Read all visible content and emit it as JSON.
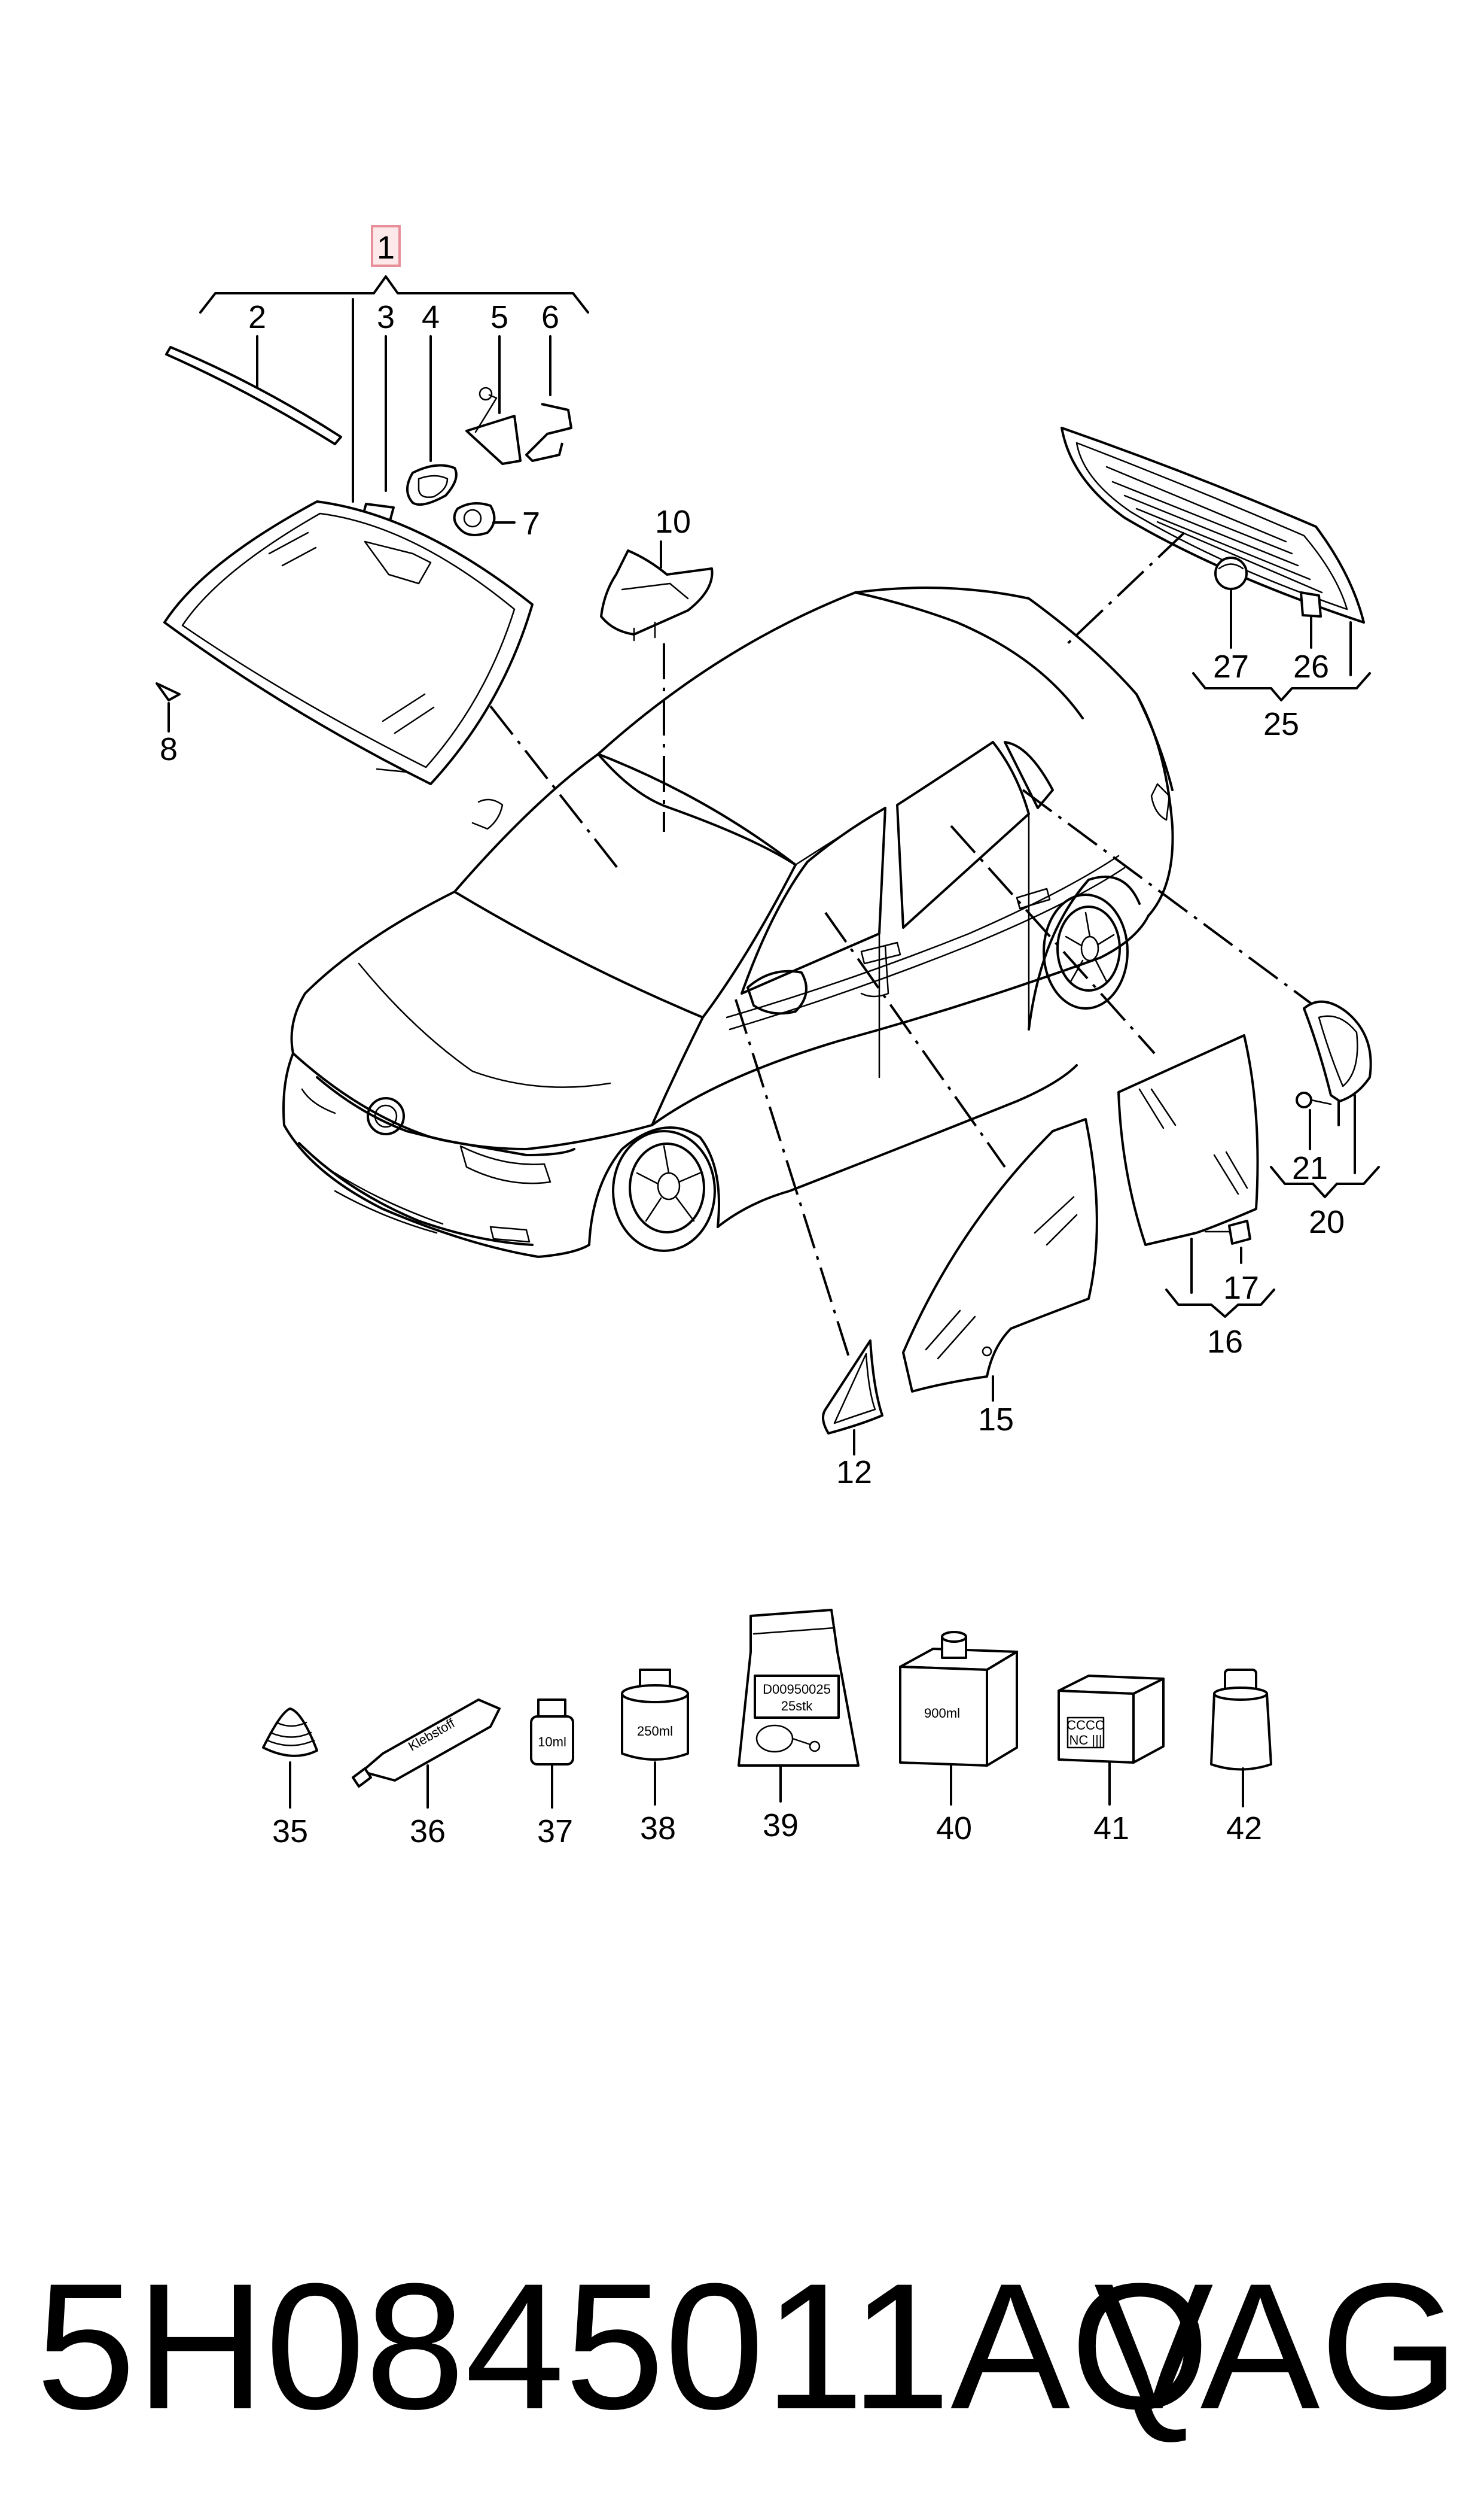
{
  "callouts": {
    "c1": "1",
    "c2": "2",
    "c3": "3",
    "c4": "4",
    "c5": "5",
    "c6": "6",
    "c7": "7",
    "c8": "8",
    "c10": "10",
    "c12": "12",
    "c15": "15",
    "c16": "16",
    "c17": "17",
    "c20": "20",
    "c21": "21",
    "c25": "25",
    "c26": "26",
    "c27": "27",
    "c35": "35",
    "c36": "36",
    "c37": "37",
    "c38": "38",
    "c39": "39",
    "c40": "40",
    "c41": "41",
    "c42": "42"
  },
  "package_labels": {
    "tube": "Klebstoff",
    "bottle_small": "10ml",
    "can": "250ml",
    "bag_code": "D00950025",
    "bag_qty": "25stk",
    "box_large": "900ml",
    "box_small_line1": "CCCC",
    "box_small_line2": "NC |||"
  },
  "footer": {
    "part_number": "5H0845011AQ",
    "brand": "VAG"
  },
  "colors": {
    "line": "#000000",
    "highlight_border": "#e8909a",
    "highlight_fill": "#fde8ea"
  }
}
